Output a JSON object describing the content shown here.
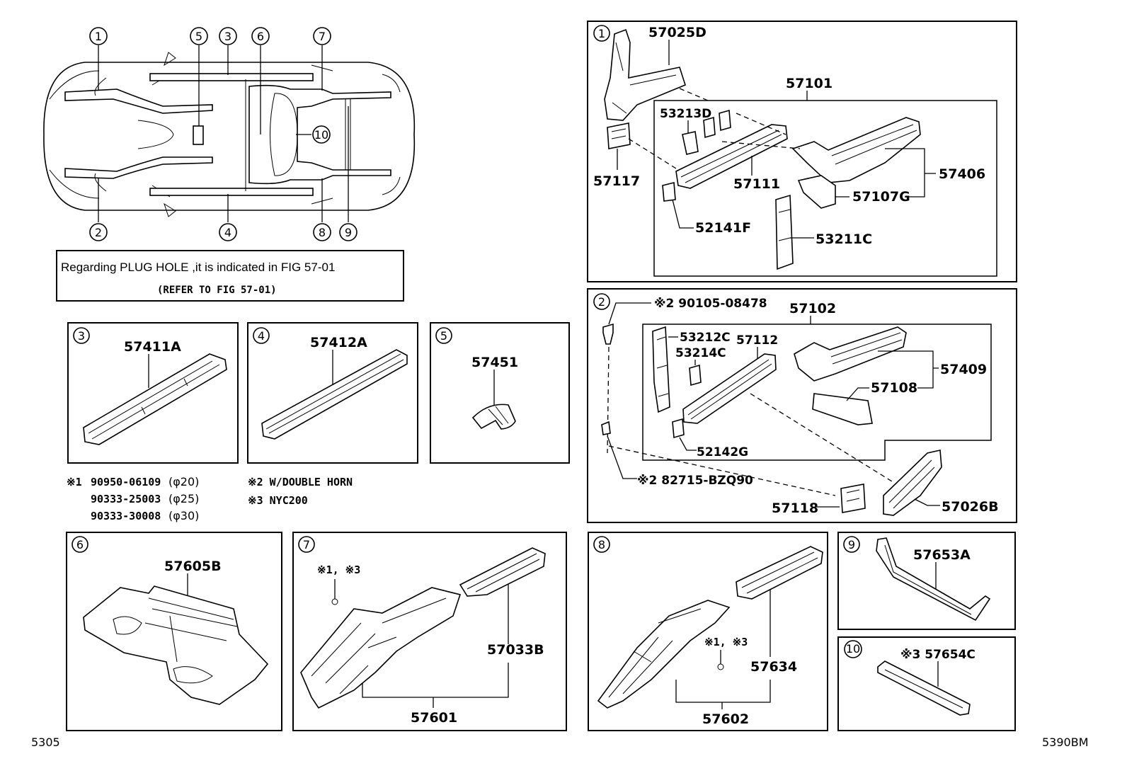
{
  "overview": {
    "callouts_top": [
      "1",
      "5",
      "3",
      "6",
      "7"
    ],
    "callouts_bottom": [
      "2",
      "4",
      "8",
      "9"
    ],
    "callout_10": "10",
    "plug_hole_line1": "Regarding PLUG HOLE ,it is indicated in FIG 57-01",
    "plug_hole_line2": "(REFER TO FIG 57-01)"
  },
  "notes": {
    "mark1_prefix": "※1",
    "mark1_items": [
      "90950-06109",
      "90333-25003",
      "90333-30008"
    ],
    "mark1_sizes": [
      "(φ20)",
      "(φ25)",
      "(φ30)"
    ],
    "mark2": "※2 W/DOUBLE HORN",
    "mark3": "※3 NYC200"
  },
  "panels": {
    "p1": {
      "num": "1",
      "parts": [
        "57025D",
        "57101",
        "53213D",
        "57117",
        "57111",
        "57406",
        "57107G",
        "52141F",
        "53211C"
      ]
    },
    "p2": {
      "num": "2",
      "parts": [
        "※2 90105-08478",
        "57102",
        "53212C",
        "53214C",
        "57112",
        "57409",
        "57108",
        "52142G",
        "※2 82715-BZQ90",
        "57118",
        "57026B"
      ]
    },
    "p3": {
      "num": "3",
      "parts": [
        "57411A"
      ]
    },
    "p4": {
      "num": "4",
      "parts": [
        "57412A"
      ]
    },
    "p5": {
      "num": "5",
      "parts": [
        "57451"
      ]
    },
    "p6": {
      "num": "6",
      "parts": [
        "57605B"
      ]
    },
    "p7": {
      "num": "7",
      "parts": [
        "※1, ※3",
        "57033B",
        "57601"
      ]
    },
    "p8": {
      "num": "8",
      "parts": [
        "※1, ※3",
        "57634",
        "57602"
      ]
    },
    "p9": {
      "num": "9",
      "parts": [
        "57653A"
      ]
    },
    "p10": {
      "num": "10",
      "parts": [
        "※3 57654C"
      ]
    }
  },
  "footer": {
    "left_code": "5305",
    "right_code": "5390BM"
  }
}
